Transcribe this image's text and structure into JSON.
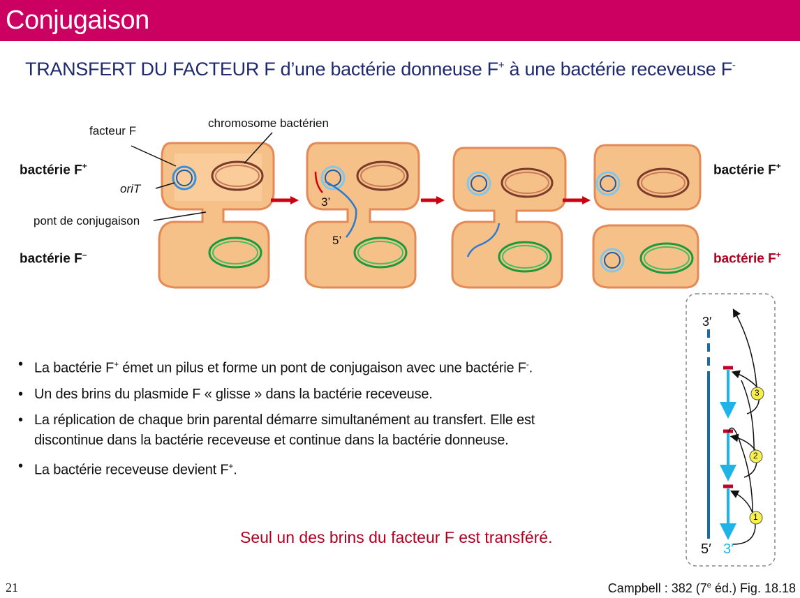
{
  "header": {
    "title": "Conjugaison"
  },
  "subtitle": {
    "main": "TRANSFERT DU FACTEUR F d’une bactérie donneuse F",
    "plus": "+",
    "middle": " à une bactérie receveuse F",
    "minus": "-"
  },
  "figure": {
    "label_facteur_f": "facteur F",
    "label_chromosome": "chromosome bactérien",
    "label_orit": "oriT",
    "label_pont": "pont de conjugaison",
    "label_3prime": "3’",
    "label_5prime": "5’",
    "left_top": {
      "text": "bactérie F",
      "sup": "+"
    },
    "left_bottom": {
      "text": "bactérie F",
      "sup": "–"
    },
    "right_top": {
      "text": "bactérie F",
      "sup": "+"
    },
    "right_bottom": {
      "text": "bactérie F",
      "sup": "+"
    }
  },
  "replication_diagram": {
    "top_label": "3′",
    "bottom_left_label": "5′",
    "bottom_right_label": "3′",
    "steps": [
      "1",
      "2",
      "3"
    ]
  },
  "bullets": [
    {
      "a": "La bactérie F",
      "sup1": "+",
      "b": " émet un pilus et forme un pont de conjugaison avec une bactérie F",
      "sup2": "-",
      "c": "."
    },
    {
      "a": "Un des brins du plasmide F « glisse » dans la bactérie receveuse.",
      "sup1": "",
      "b": "",
      "sup2": "",
      "c": ""
    },
    {
      "a": "La réplication de chaque brin parental démarre simultanément au transfert. Elle est discontinue dans la bactérie receveuse et continue dans la bactérie donneuse.",
      "sup1": "",
      "b": "",
      "sup2": "",
      "c": ""
    },
    {
      "a": "La bactérie receveuse devient F",
      "sup1": "+",
      "b": ".",
      "sup2": "",
      "c": ""
    }
  ],
  "conclusion": "Seul un des brins du facteur F est transféré.",
  "footer": {
    "page_number": "21",
    "reference_a": "Campbell : 382 (7",
    "reference_sup": "e",
    "reference_b": " éd.) Fig. 18.18"
  },
  "colors": {
    "title_bar": "#cc0060",
    "subtitle": "#1f2a6e",
    "accent_red": "#b00020"
  }
}
